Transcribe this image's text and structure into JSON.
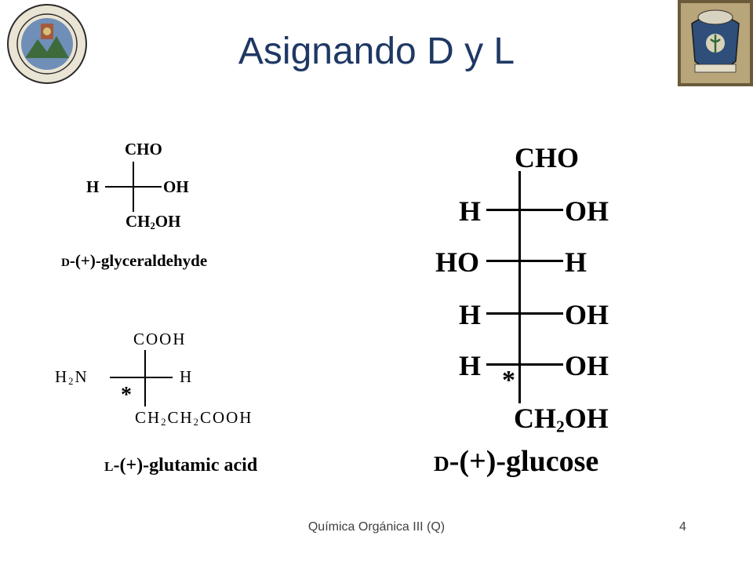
{
  "slide": {
    "title": "Asignando D y L",
    "footer": "Química Orgánica III (Q)",
    "page_number": "4"
  },
  "glyceraldehyde": {
    "top": "CHO",
    "left": "H",
    "right": "OH",
    "bottom_main": "CH",
    "bottom_sub": "2",
    "bottom_end": "OH",
    "caption_prefix": "D",
    "caption_rest": "-(+)-glyceraldehyde"
  },
  "glutamic": {
    "top": "COOH",
    "left_main": "H",
    "left_sub": "2",
    "left_end": "N",
    "right": "H",
    "star": "*",
    "bottom_a": "CH",
    "bottom_sub1": "2",
    "bottom_b": "CH",
    "bottom_sub2": "2",
    "bottom_c": "COOH",
    "caption_prefix": "L",
    "caption_rest": "-(+)-glutamic acid"
  },
  "glucose": {
    "top": "CHO",
    "rows": [
      {
        "left": "H",
        "right": "OH"
      },
      {
        "left": "HO",
        "right": "H"
      },
      {
        "left": "H",
        "right": "OH"
      },
      {
        "left": "H",
        "right": "OH"
      }
    ],
    "star": "*",
    "bottom_main": "CH",
    "bottom_sub": "2",
    "bottom_end": "OH",
    "caption_prefix": "D",
    "caption_rest": "-(+)-glucose"
  },
  "icons": {
    "university_logo": "university-seal-icon",
    "faculty_crest": "faculty-crest-icon"
  }
}
